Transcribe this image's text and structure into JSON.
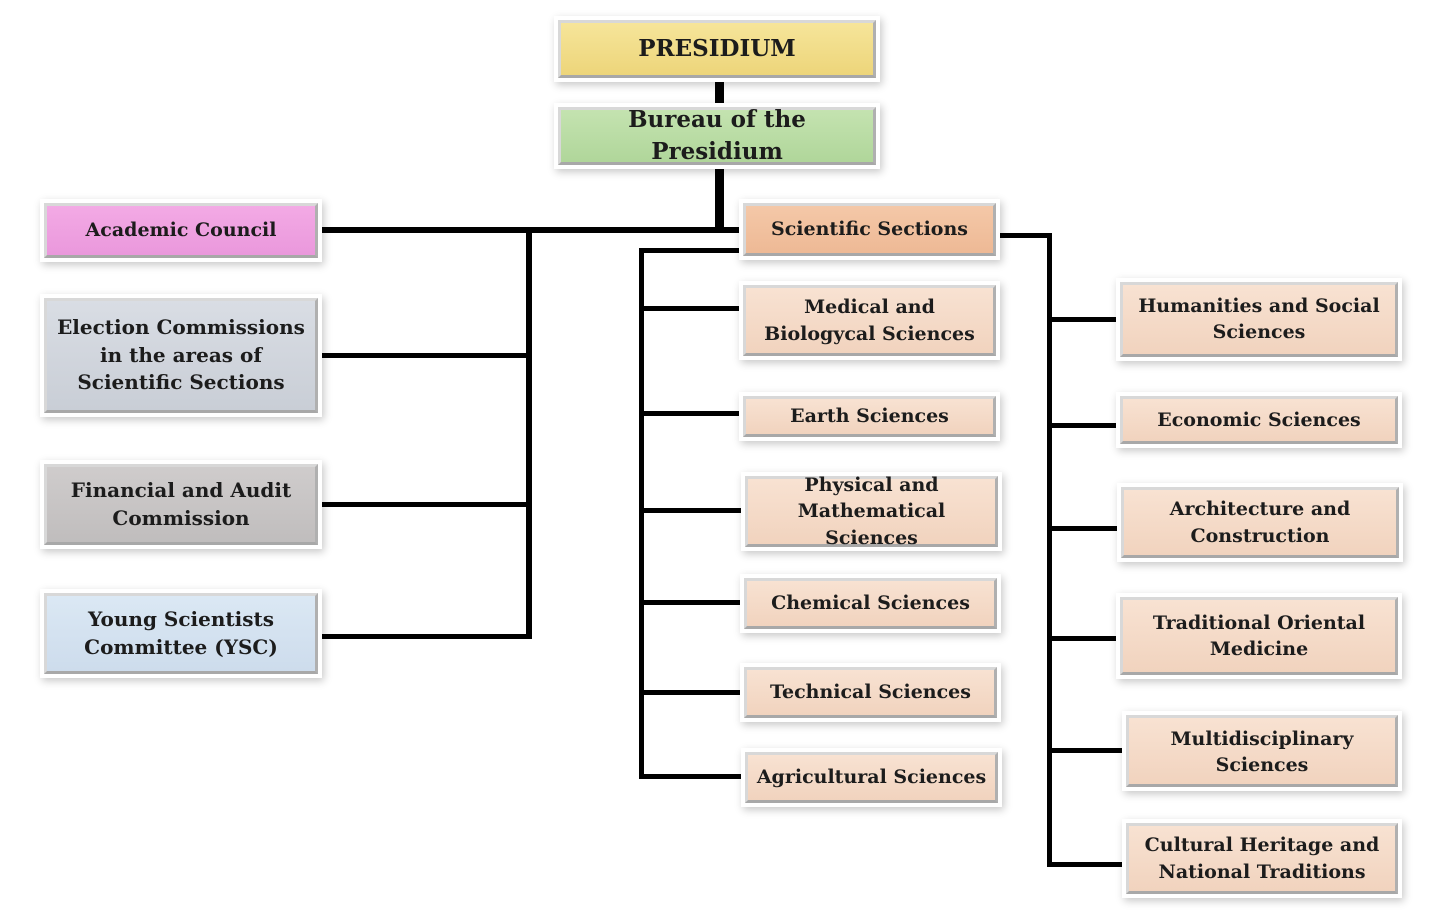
{
  "chart": {
    "top": {
      "presidium": "PRESIDIUM",
      "bureau": "Bureau of the Presidium"
    },
    "left": {
      "academic_council": "Academic Council",
      "election_commissions": "Election Commissions in the areas of Scientific Sections",
      "financial_audit": "Financial and Audit Commission",
      "young_scientists": "Young Scientists Committee  (YSC)"
    },
    "scientific_sections": "Scientific Sections",
    "sections_col1": [
      "Medical and Biologycal Sciences",
      "Earth Sciences",
      "Physical and Mathematical Sciences",
      "Chemical Sciences",
      "Technical Sciences",
      "Agricultural Sciences"
    ],
    "sections_col2": [
      "Humanities and Social Sciences",
      "Economic Sciences",
      "Architecture and Construction",
      "Traditional Oriental Medicine",
      "Multidisciplinary Sciences",
      "Cultural Heritage and National Traditions"
    ]
  },
  "colors": {
    "presidium": "#f0d97f",
    "bureau": "#b6d9a0",
    "academic_council": "#ee9fe0",
    "election": "#ced3da",
    "financial": "#c6c3c3",
    "young": "#d3e1ef",
    "scientific_sections": "#f0bd9b",
    "section": "#f4d9c6",
    "connector": "#000000"
  }
}
